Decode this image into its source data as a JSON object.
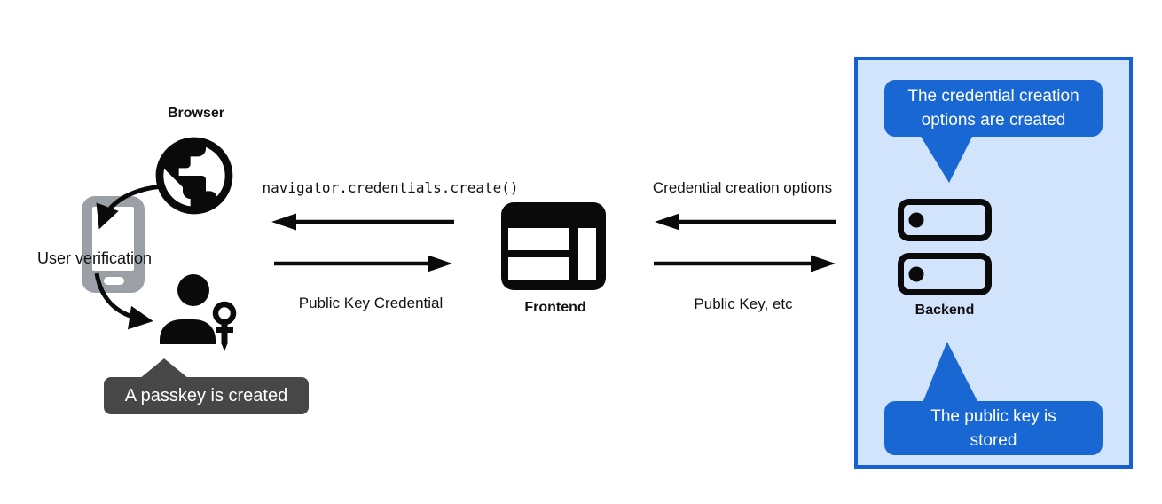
{
  "browser": {
    "label": "Browser",
    "user_verification": "User verification",
    "passkey_tooltip": "A passkey is created"
  },
  "frontend": {
    "label": "Frontend"
  },
  "backend": {
    "label": "Backend",
    "creation_options_bubble": {
      "line1": "The credential creation",
      "line2": "options are created"
    },
    "public_key_bubble": {
      "line1": "The public key is",
      "line2": "stored"
    }
  },
  "flows": {
    "frontend_to_browser": "navigator.credentials.create()",
    "browser_to_frontend": "Public Key Credential",
    "backend_to_frontend": "Credential creation options",
    "frontend_to_backend": "Public Key, etc"
  },
  "icons": {
    "globe": "globe-browser-icon",
    "smartphone": "smartphone-icon",
    "user_with_key": "user-passkey-icon",
    "browser_window": "browser-window-icon",
    "server": "server-stack-icon"
  },
  "colors": {
    "bubble_blue": "#1967d2",
    "box_border_blue": "#1760d2",
    "box_fill_blue": "#d2e3fc",
    "tooltip_gray": "#474747",
    "phone_gray": "#9aa0a6",
    "ink": "#0a0a0a",
    "background": "#ffffff"
  }
}
